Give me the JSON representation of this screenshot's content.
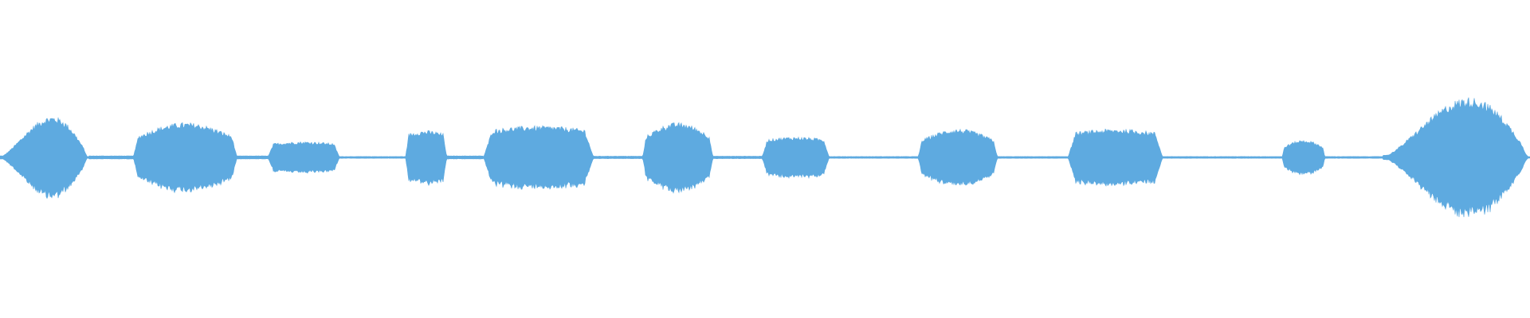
{
  "waveform": {
    "color": "#5eaae0",
    "background": "#ffffff",
    "duration_fraction_segments": [
      {
        "start": 0.0,
        "end": 0.058,
        "peak": 0.26,
        "shape": "ramp-up-bulb"
      },
      {
        "start": 0.058,
        "end": 0.087,
        "peak": 0.01,
        "shape": "flat"
      },
      {
        "start": 0.087,
        "end": 0.155,
        "peak": 0.22,
        "shape": "bulb"
      },
      {
        "start": 0.155,
        "end": 0.175,
        "peak": 0.01,
        "shape": "flat"
      },
      {
        "start": 0.175,
        "end": 0.222,
        "peak": 0.1,
        "shape": "plateau"
      },
      {
        "start": 0.222,
        "end": 0.265,
        "peak": 0.006,
        "shape": "flat"
      },
      {
        "start": 0.265,
        "end": 0.292,
        "peak": 0.17,
        "shape": "plateau"
      },
      {
        "start": 0.292,
        "end": 0.316,
        "peak": 0.01,
        "shape": "flat"
      },
      {
        "start": 0.316,
        "end": 0.388,
        "peak": 0.2,
        "shape": "plateau"
      },
      {
        "start": 0.388,
        "end": 0.42,
        "peak": 0.008,
        "shape": "flat"
      },
      {
        "start": 0.42,
        "end": 0.466,
        "peak": 0.22,
        "shape": "bulb"
      },
      {
        "start": 0.466,
        "end": 0.498,
        "peak": 0.008,
        "shape": "flat"
      },
      {
        "start": 0.498,
        "end": 0.542,
        "peak": 0.13,
        "shape": "plateau"
      },
      {
        "start": 0.542,
        "end": 0.6,
        "peak": 0.006,
        "shape": "flat"
      },
      {
        "start": 0.6,
        "end": 0.652,
        "peak": 0.18,
        "shape": "bulb"
      },
      {
        "start": 0.652,
        "end": 0.698,
        "peak": 0.006,
        "shape": "flat"
      },
      {
        "start": 0.698,
        "end": 0.76,
        "peak": 0.18,
        "shape": "plateau"
      },
      {
        "start": 0.76,
        "end": 0.838,
        "peak": 0.006,
        "shape": "flat"
      },
      {
        "start": 0.838,
        "end": 0.866,
        "peak": 0.11,
        "shape": "bulb"
      },
      {
        "start": 0.866,
        "end": 0.904,
        "peak": 0.006,
        "shape": "flat"
      },
      {
        "start": 0.904,
        "end": 1.0,
        "peak": 0.38,
        "shape": "ramp-up-bulb"
      }
    ]
  }
}
